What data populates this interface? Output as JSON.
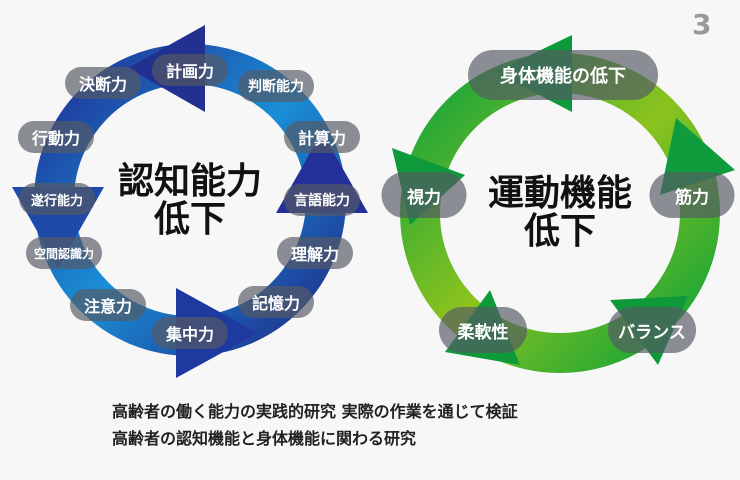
{
  "page_number": "3",
  "cognitive": {
    "title_line1": "認知能力",
    "title_line2": "低下",
    "items": [
      "計画力",
      "判断能力",
      "計算力",
      "言語能力",
      "理解力",
      "記憶力",
      "集中力",
      "注意力",
      "空間認識力",
      "遂行能力",
      "行動力",
      "決断力"
    ]
  },
  "motor": {
    "title_line1": "運動機能",
    "title_line2": "低下",
    "items": [
      "身体機能の低下",
      "筋力",
      "バランス",
      "柔軟性",
      "視力"
    ]
  },
  "caption": {
    "line1": "高齢者の働く能力の実践的研究 実際の作業を通じて検証",
    "line2": "高齢者の認知機能と身体機能に関わる研究"
  },
  "colors": {
    "blue_dark": "#1e2a8a",
    "blue_light": "#1a9ad8",
    "green_dark": "#0a9a3a",
    "green_light": "#a8cc1a"
  }
}
